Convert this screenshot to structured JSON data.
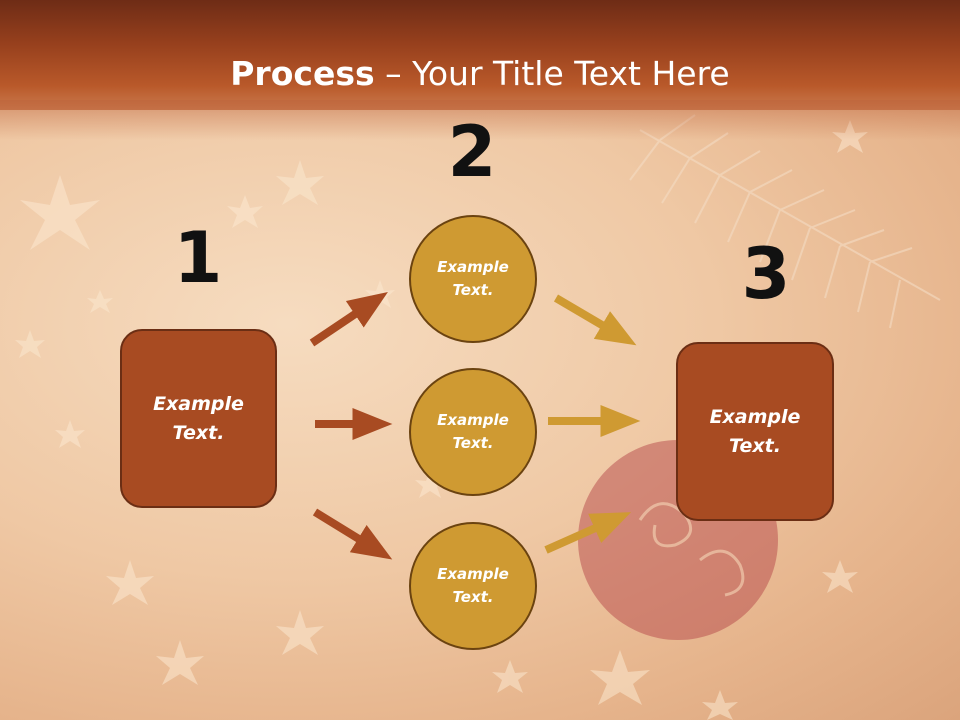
{
  "slide": {
    "title_bold": "Process",
    "title_rest": " – Your Title Text Here"
  },
  "diagram": {
    "step_numbers": [
      "1",
      "2",
      "3"
    ],
    "left_box": {
      "label": "Example Text."
    },
    "circles": [
      {
        "label": "Example Text."
      },
      {
        "label": "Example Text."
      },
      {
        "label": "Example Text."
      }
    ],
    "right_box": {
      "label": "Example Text."
    }
  },
  "colors": {
    "header": "#97401d",
    "box_fill": "#a84b22",
    "circle_fill": "#cf9a32",
    "arrow_left": "#a84b22",
    "arrow_right": "#cf9a32",
    "numbers": "#111111"
  }
}
